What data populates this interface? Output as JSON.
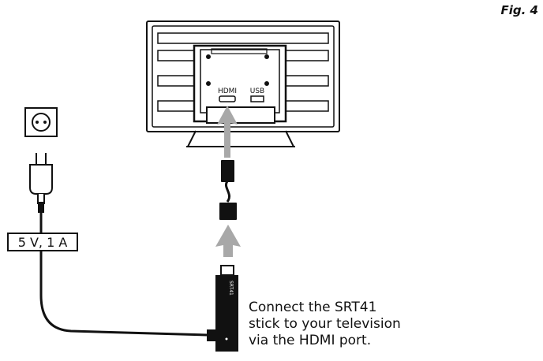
{
  "figure_label": "Fig. 4",
  "tv": {
    "hdmi_label": "HDMI",
    "usb_label": "USB"
  },
  "power_adapter": {
    "rating_label": "5 V, 1 A"
  },
  "stick": {
    "brand_text": "SRT41"
  },
  "caption": {
    "line1": "Connect the SRT41",
    "line2": "stick to your television",
    "line3": "via the HDMI port."
  }
}
